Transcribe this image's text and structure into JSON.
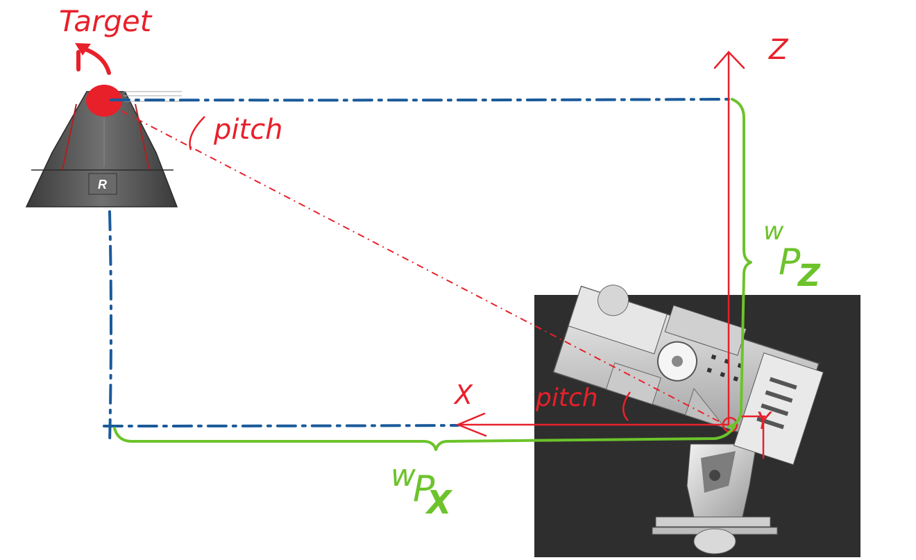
{
  "labels": {
    "target": "Target",
    "pitch_top": "pitch",
    "pitch_bottom": "pitch",
    "axis_z": "Z",
    "axis_x": "X",
    "axis_y": "Y",
    "wpz_super": "w",
    "wpz_main": "P",
    "wpz_sub": "Z",
    "wpx_super": "w",
    "wpx_main": "P",
    "wpx_sub": "X"
  },
  "tower_logo": "R",
  "colors": {
    "red": "#e8202a",
    "green": "#6cc32b",
    "blue": "#1a5a9a",
    "robot_bg": "#2e2e2e",
    "tower": "#5a5a5a"
  }
}
